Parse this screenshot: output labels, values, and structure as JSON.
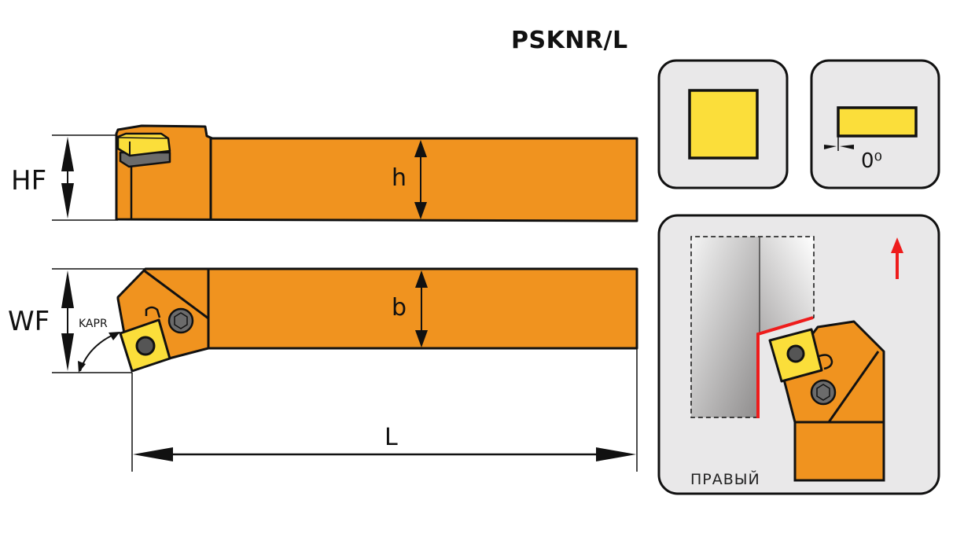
{
  "title": "PSKNR/L",
  "colors": {
    "body": "#f0931f",
    "insert": "#fbde3a",
    "panel": "#e9e8e9",
    "outline": "#111111",
    "feed_arrow": "#ee1c1c",
    "screw": "#6b6b6b"
  },
  "side_view": {
    "hf_label": "HF",
    "h_label": "h"
  },
  "top_view": {
    "wf_label": "WF",
    "kapr_label": "KAPR",
    "b_label": "b",
    "l_label": "L"
  },
  "panels": {
    "insert_shape": {
      "icon": "square-insert-icon"
    },
    "clearance": {
      "angle_label": "0⁰"
    },
    "application": {
      "hand_label": "ПРАВЫЙ",
      "icon": "feed-direction-arrow-icon"
    }
  }
}
